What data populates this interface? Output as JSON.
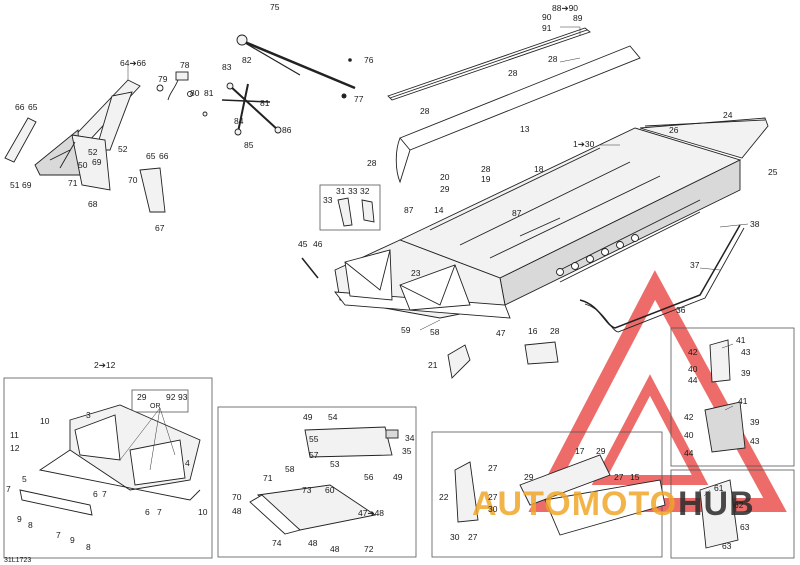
{
  "diagram_code": "31L1723",
  "labels": {
    "l64_66": "64➔66",
    "l79": "79",
    "l78": "78",
    "l80": "80",
    "l81a": "81",
    "l75": "75",
    "l76": "76",
    "l77": "77",
    "l83": "83",
    "l82": "82",
    "l81b": "81",
    "l84": "84",
    "l86": "86",
    "l85": "85",
    "l66a": "66",
    "l65a": "65",
    "l52a": "52",
    "l50": "50",
    "l69a": "69",
    "l51": "51",
    "l69b": "69",
    "l71a": "71",
    "l68": "68",
    "l52b": "52",
    "l70a": "70",
    "l65b": "65",
    "l66b": "66",
    "l67": "67",
    "l88_90": "88➔90",
    "l90": "90",
    "l91": "91",
    "l89": "89",
    "l28a": "28",
    "l28b": "28",
    "l28c": "28",
    "l13": "13",
    "l1_30": "1➔30",
    "l24": "24",
    "l26": "26",
    "l25": "25",
    "l28d": "28",
    "l20": "20",
    "l29a": "29",
    "l28e": "28",
    "l19": "19",
    "l18": "18",
    "l33a": "33",
    "l31": "31",
    "l33b": "33",
    "l32": "32",
    "l87a": "87",
    "l14": "14",
    "l87b": "87",
    "l38": "38",
    "l45": "45",
    "l46": "46",
    "l23": "23",
    "l37": "37",
    "l36": "36",
    "l59": "59",
    "l58": "58",
    "l47a": "47",
    "l16": "16",
    "l28f": "28",
    "l21": "21",
    "l41a": "41",
    "l42a": "42",
    "l43a": "43",
    "l40a": "40",
    "l39a": "39",
    "l44a": "44",
    "l41b": "41",
    "l42b": "42",
    "l39b": "39",
    "l40b": "40",
    "l43b": "43",
    "l44b": "44",
    "l2_12": "2➔12",
    "l29b": "29",
    "or": "OR",
    "l92": "92",
    "l93": "93",
    "l10a": "10",
    "l3": "3",
    "l11": "11",
    "l12": "12",
    "l4": "4",
    "l5": "5",
    "l7a": "7",
    "l9a": "9",
    "l8a": "8",
    "l7b": "7",
    "l9b": "9",
    "l8b": "8",
    "l6a": "6",
    "l7c": "7",
    "l6b": "6",
    "l7d": "7",
    "l10b": "10",
    "l49a": "49",
    "l54": "54",
    "l55": "55",
    "l34": "34",
    "l57": "57",
    "l53": "53",
    "l35": "35",
    "l56": "56",
    "l49b": "49",
    "l71b": "71",
    "l58b": "58",
    "l70b": "70",
    "l73": "73",
    "l60": "60",
    "l48a": "48",
    "l47b": "47➔48",
    "l74": "74",
    "l48b": "48",
    "l48c": "48",
    "l72": "72",
    "l17": "17",
    "l29c": "29",
    "l27a": "27",
    "l22": "22",
    "l27b": "27",
    "l30a": "30",
    "l30b": "30",
    "l27c": "27",
    "l29d": "29",
    "l27d": "27",
    "l15": "15",
    "l61": "61",
    "l62": "62",
    "l63a": "63",
    "l63b": "63"
  },
  "watermark": {
    "text_a": "AUTOMOTO",
    "text_b": "HUB",
    "accent_color": "#e8423f",
    "text_color_a": "#f0a62a",
    "text_color_b": "#2b2b2b"
  }
}
